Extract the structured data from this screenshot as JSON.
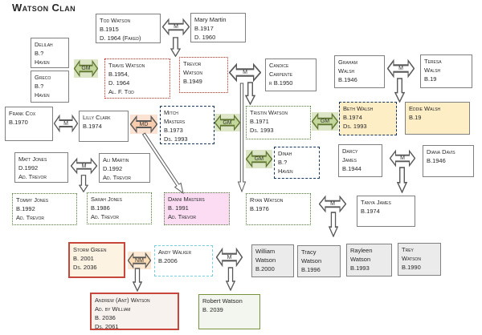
{
  "title": "Watson Clan",
  "arrow_labels": {
    "m": "M",
    "gm": "GM",
    "md": "MD",
    "nm": "NM"
  },
  "people": {
    "delilah": [
      "Delilah",
      "B.?",
      "Haven"
    ],
    "greco": [
      "Greco",
      "B.?",
      "Haven"
    ],
    "tod": [
      "Tod Watson",
      "B.1915",
      "D. 1964 (Faked)"
    ],
    "mary": [
      "Mary Martin",
      "B.1917",
      "D. 1960"
    ],
    "travis": [
      "Travis Watson",
      "B.1954,",
      "D. 1964",
      "Al. F. Tod"
    ],
    "trevor": [
      "Trevor",
      "Watson",
      "B.1949"
    ],
    "candice": [
      "Candice",
      "Carpente",
      "r B.1950"
    ],
    "graham": [
      "Graham",
      "Walsh",
      "B.1946"
    ],
    "teresa": [
      "Teresa",
      "Walsh",
      "B.19"
    ],
    "frank": [
      "Frank Cox",
      "B.1970"
    ],
    "lilly": [
      "Lilly Clark",
      "B.1974"
    ],
    "mitch": [
      "Mitch",
      "Masters",
      "B.1973",
      "Ds. 1993"
    ],
    "tristin": [
      "Tristin Watson",
      "B.1971",
      "Ds. 1993"
    ],
    "beth": [
      "Beth Walsh",
      "B.1974",
      "Ds. 1993"
    ],
    "eddie": [
      "Eddie Walsh",
      "B.19"
    ],
    "dinah": [
      "Dinah",
      "B.?",
      "Haven"
    ],
    "darcy": [
      "Darcy",
      "James",
      "B.1944"
    ],
    "diana": [
      "Diana Davis",
      "B.1946"
    ],
    "matt": [
      "Matt Jones",
      "D.1992",
      "Ad. Trevor"
    ],
    "ali": [
      "Ali Martin",
      "D.1992",
      "Ad. Trevor"
    ],
    "tommy": [
      "Tommy Jones",
      "B.1992",
      "Ad. Trevor"
    ],
    "sarah": [
      "Sarah Jones",
      "B.1986",
      "Ad. Trevor"
    ],
    "danni": [
      "Danni Masters",
      "B. 1991",
      "Ad. Trevor"
    ],
    "ryan": [
      "Ryan Watson",
      "B.1976"
    ],
    "tanya": [
      "Tanya James",
      "B.1974"
    ],
    "storm": [
      "Storm Green",
      "B. 2001",
      "Ds. 2036"
    ],
    "andy": [
      "Andy Walker",
      "B.2006"
    ],
    "william": [
      "William",
      "Watson",
      "B.2000"
    ],
    "tracy": [
      "Tracy",
      "Watson",
      "B.1996"
    ],
    "rayleen": [
      "Rayleen",
      "Watson",
      "B.1993"
    ],
    "trey": [
      "Trey",
      "Watson",
      "B.1990"
    ],
    "andrew": [
      "Andrew (Ant) Watson",
      "Ad. by William",
      "B. 2036",
      "Ds. 2061"
    ],
    "robert": [
      "Robert Watson",
      "B. 2039"
    ]
  },
  "colors": {
    "gm_arrow_fill": "#c3d69b",
    "md_arrow_fill": "#f7cbac",
    "nm_arrow_fill": "#fbdcb5",
    "m_arrow_fill": "#ffffff",
    "tan_box_fill": "#fdeec6",
    "pink_box_fill": "#fbdcf3",
    "gray_box_fill": "#ebebeb",
    "cream_box_fill": "#fdf3e3",
    "light_green_box_fill": "#f3f6ee",
    "red_dotted_border": "#cc2a1e",
    "red_solid_border": "#c8473c",
    "navy_dashed_border": "#17375e",
    "green_dotted_border": "#4e7a35",
    "cyan_dashed_border": "#76cfe2",
    "olive_border": "#77933c",
    "default_border": "#808080"
  }
}
